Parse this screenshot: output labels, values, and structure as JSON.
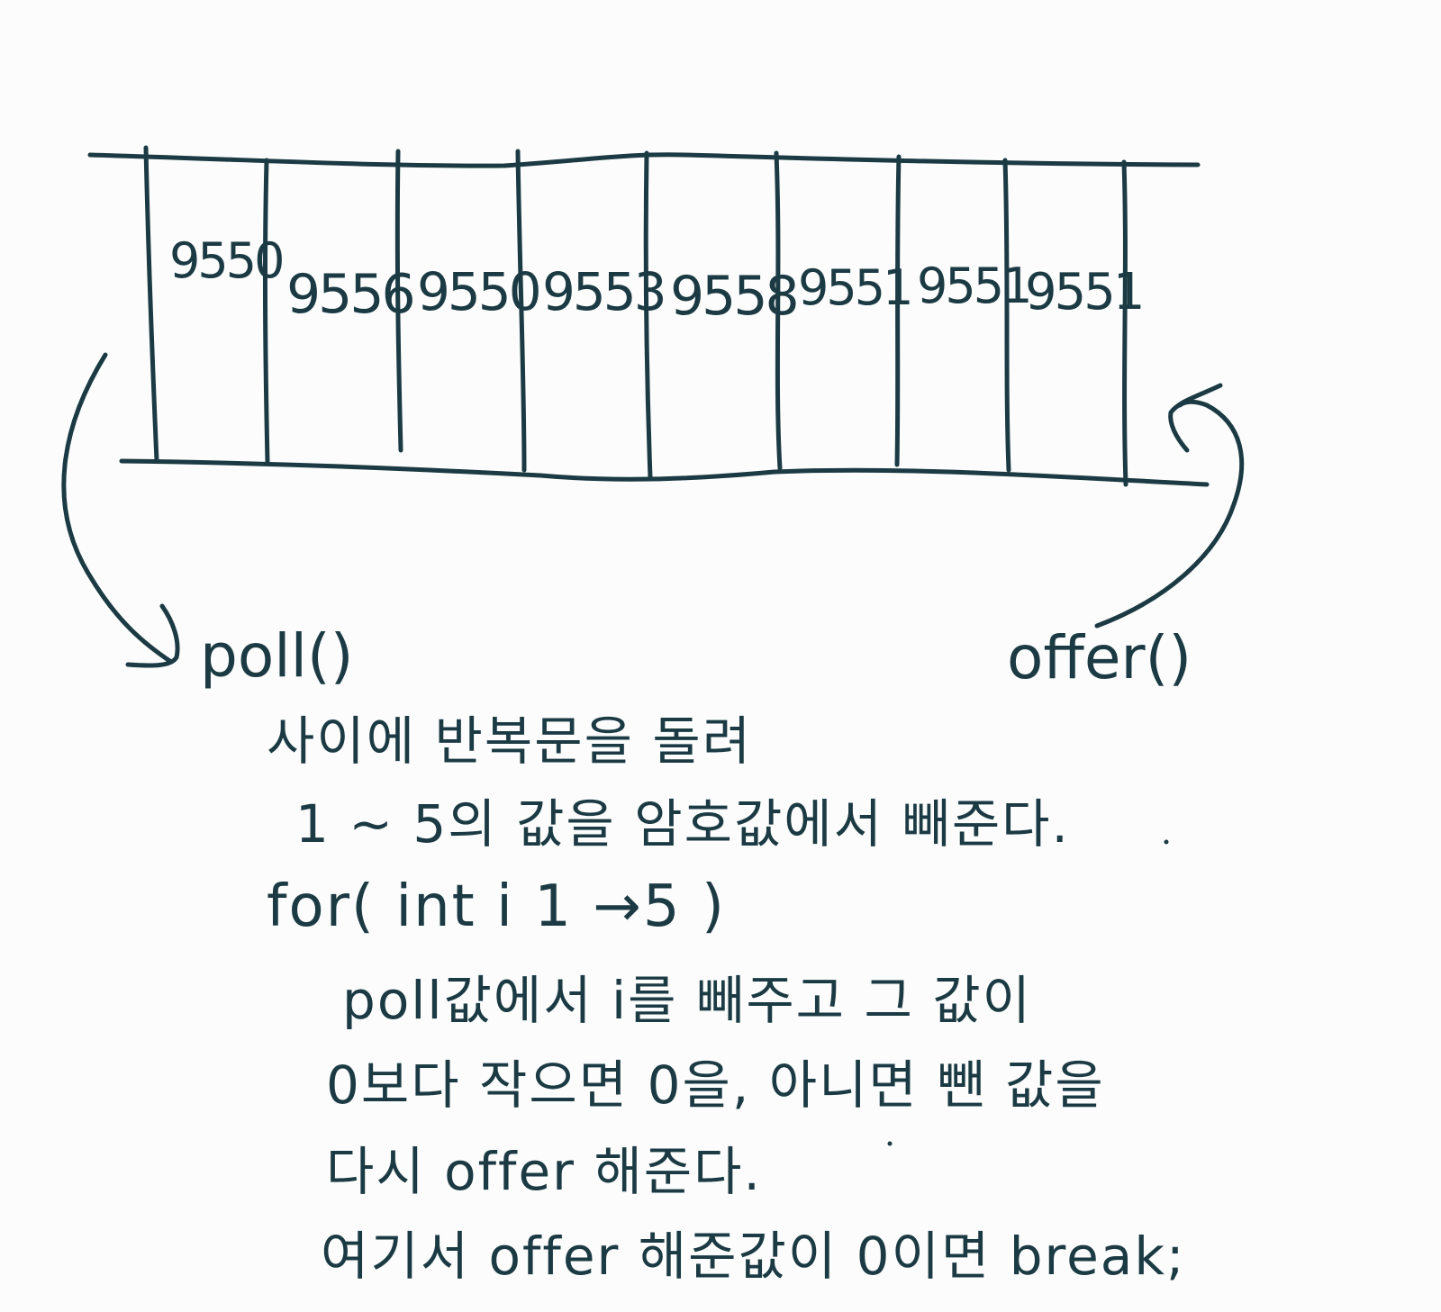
{
  "queue": {
    "cells": [
      "9550",
      "9556",
      "9550",
      "9553",
      "9558",
      "9551",
      "9551",
      "9551"
    ]
  },
  "labels": {
    "poll": "poll()",
    "offer": "offer()"
  },
  "notes": [
    "사이에 반복문을 돌려",
    "1 ~ 5의 값을 암호값에서 빼준다.",
    "for( int i 1 →5 )",
    "poll값에서 i를 빼주고 그 값이",
    "0보다 작으면 0을, 아니면 뺀 값을",
    "다시 offer 해준다.",
    "여기서 offer 해준값이 0이면 break;"
  ],
  "colors": {
    "ink": "#1b3a44",
    "paper": "#fbfcfb"
  }
}
